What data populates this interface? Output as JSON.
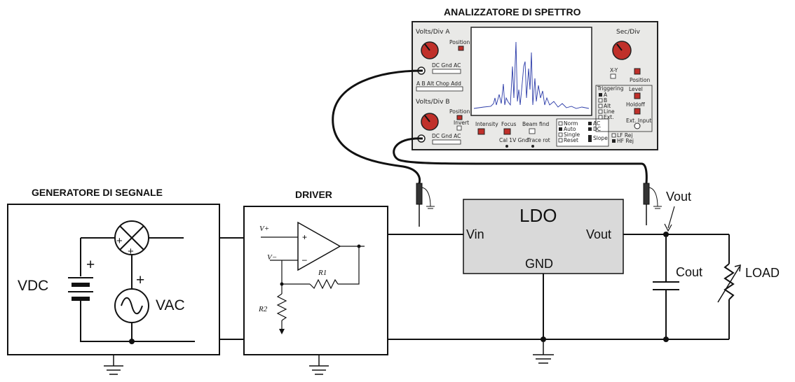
{
  "labels": {
    "analyzer_title": "ANALIZZATORE DI SPETTRO",
    "generator_title": "GENERATORE DI SEGNALE",
    "driver_title": "DRIVER",
    "vdc": "VDC",
    "vac": "VAC",
    "plus": "+",
    "v_plus": "V+",
    "v_minus": "V−",
    "r1": "R1",
    "r2": "R2",
    "ldo": "LDO",
    "vin": "Vin",
    "vout_pin": "Vout",
    "gnd": "GND",
    "vout_node": "Vout",
    "cout": "Cout",
    "load": "LOAD"
  },
  "analyzer_panel": {
    "ch_a": "Volts/Div A",
    "ch_b": "Volts/Div B",
    "sec_div": "Sec/Div",
    "position": "Position",
    "dc_gnd_ac": "DC  Gnd AC",
    "mode_row": "A  B  Alt  Chop Add",
    "invert": "Invert",
    "intensity": "Intensity",
    "focus": "Focus",
    "beam_find": "Beam find",
    "cal": "Cal 1V  Gnd",
    "trace_rotation": "Trace rot",
    "xy": "X-Y",
    "triggering": "Triggering",
    "trig_sources": [
      "A",
      "B",
      "Alt",
      "Line",
      "Ext."
    ],
    "level": "Level",
    "holdoff": "Holdoff",
    "ext_input": "Ext. Input",
    "modes": [
      "Norm",
      "Auto",
      "Single",
      "Reset"
    ],
    "coupling": [
      "AC",
      "DC"
    ],
    "slope": "Slope",
    "filters": [
      "LF Rej",
      "HF Rej"
    ]
  }
}
